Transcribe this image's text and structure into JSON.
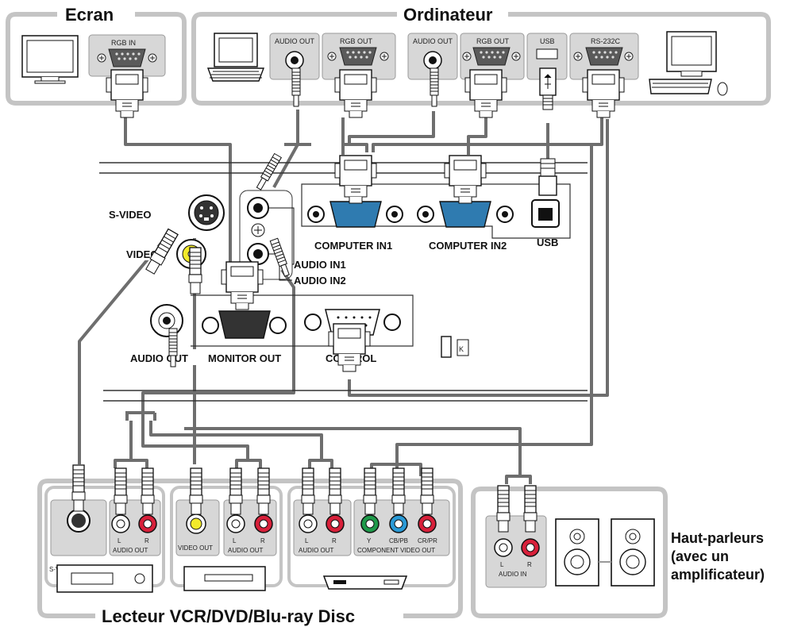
{
  "titles": {
    "ecran": "Ecran",
    "ordinateur": "Ordinateur",
    "lecteur": "Lecteur VCR/DVD/Blu-ray Disc",
    "haut_parleurs": [
      "Haut-parleurs",
      "(avec un",
      "amplificateur)"
    ]
  },
  "ports": {
    "rgb_in": "RGB IN",
    "audio_out_1": "AUDIO OUT",
    "rgb_out_1": "RGB OUT",
    "audio_out_2": "AUDIO OUT",
    "rgb_out_2": "RGB OUT",
    "usb_pc": "USB",
    "rs232c": "RS-232C"
  },
  "projector": {
    "s_video": "S-VIDEO",
    "video": "VIDEO",
    "audio_in1": "AUDIO IN1",
    "audio_in2": "AUDIO IN2",
    "computer_in1": "COMPUTER IN1",
    "computer_in2": "COMPUTER IN2",
    "usb": "USB",
    "audio_out": "AUDIO OUT",
    "monitor_out": "MONITOR OUT",
    "control": "CONTROL"
  },
  "sources": {
    "s_video_out": "S-VIDEO OUT",
    "l": "L",
    "r": "R",
    "audio_out": "AUDIO OUT",
    "video_out": "VIDEO OUT",
    "y": "Y",
    "cb_pb": "CB/PB",
    "cr_pr": "CR/PR",
    "component_video_out": "COMPONENT VIDEO OUT",
    "audio_in": "AUDIO IN"
  },
  "colors": {
    "yellow": "#f2ea2a",
    "red": "#d8203a",
    "green": "#1f9a4a",
    "blue": "#2a9ad6",
    "white": "#ffffff",
    "box": "#c4c4c4"
  }
}
